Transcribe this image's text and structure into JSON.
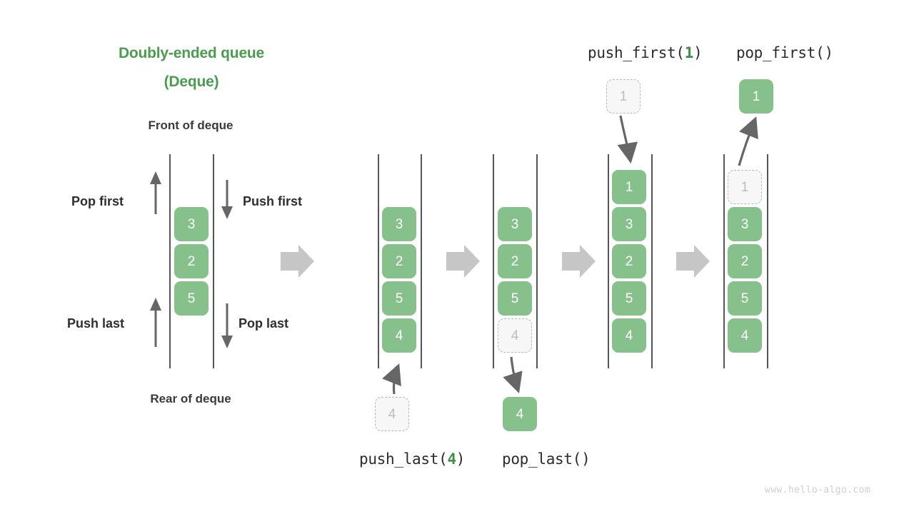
{
  "title": {
    "line1": "Doubly-ended queue",
    "line2": "(Deque)"
  },
  "labels": {
    "front": "Front of deque",
    "rear": "Rear of deque",
    "pop_first": "Pop first",
    "push_first": "Push first",
    "push_last": "Push last",
    "pop_last": "Pop last"
  },
  "operations": {
    "push_last": {
      "name": "push_last(",
      "arg": "4",
      "close": ")"
    },
    "pop_last": {
      "name": "pop_last(",
      "arg": "",
      "close": ")"
    },
    "push_first": {
      "name": "push_first(",
      "arg": "1",
      "close": ")"
    },
    "pop_first": {
      "name": "pop_first(",
      "arg": "",
      "close": ")"
    }
  },
  "watermark": "www.hello-algo.com",
  "colors": {
    "accent_green": "#4a9c4e",
    "cell_green": "#86c08a",
    "ghost_fill": "#f7f7f7",
    "ghost_border": "#b8b8b8",
    "rail": "#555555",
    "big_arrow": "#c6c6c6",
    "thin_arrow": "#666666",
    "text_dark": "#2e2e2e",
    "watermark": "#cfcfcf"
  },
  "stacks": [
    {
      "id": "base",
      "cells": [
        {
          "value": "3",
          "state": "solid"
        },
        {
          "value": "2",
          "state": "solid"
        },
        {
          "value": "5",
          "state": "solid"
        }
      ]
    },
    {
      "id": "after-push-last",
      "cells": [
        {
          "value": "3",
          "state": "solid"
        },
        {
          "value": "2",
          "state": "solid"
        },
        {
          "value": "5",
          "state": "solid"
        },
        {
          "value": "4",
          "state": "solid"
        }
      ]
    },
    {
      "id": "before-pop-last",
      "cells": [
        {
          "value": "3",
          "state": "solid"
        },
        {
          "value": "2",
          "state": "solid"
        },
        {
          "value": "5",
          "state": "solid"
        },
        {
          "value": "4",
          "state": "ghost"
        }
      ]
    },
    {
      "id": "after-push-first",
      "cells": [
        {
          "value": "1",
          "state": "solid"
        },
        {
          "value": "3",
          "state": "solid"
        },
        {
          "value": "2",
          "state": "solid"
        },
        {
          "value": "5",
          "state": "solid"
        },
        {
          "value": "4",
          "state": "solid"
        }
      ]
    },
    {
      "id": "before-pop-first",
      "cells": [
        {
          "value": "1",
          "state": "ghost"
        },
        {
          "value": "3",
          "state": "solid"
        },
        {
          "value": "2",
          "state": "solid"
        },
        {
          "value": "5",
          "state": "solid"
        },
        {
          "value": "4",
          "state": "solid"
        }
      ]
    }
  ],
  "floating_cells": {
    "push_last_source": {
      "value": "4",
      "state": "ghost"
    },
    "pop_last_result": {
      "value": "4",
      "state": "solid"
    },
    "push_first_source": {
      "value": "1",
      "state": "ghost"
    },
    "pop_first_result": {
      "value": "1",
      "state": "solid"
    }
  }
}
